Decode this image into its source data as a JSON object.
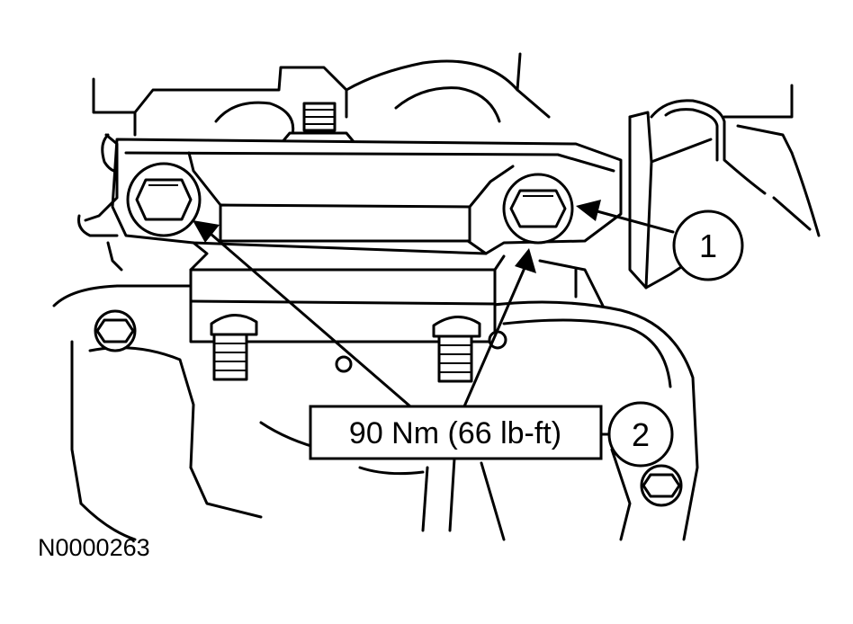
{
  "callouts": [
    {
      "number": "1"
    },
    {
      "number": "2"
    }
  ],
  "torque_label": "90 Nm (66 lb-ft)",
  "figure_id": "N0000263"
}
